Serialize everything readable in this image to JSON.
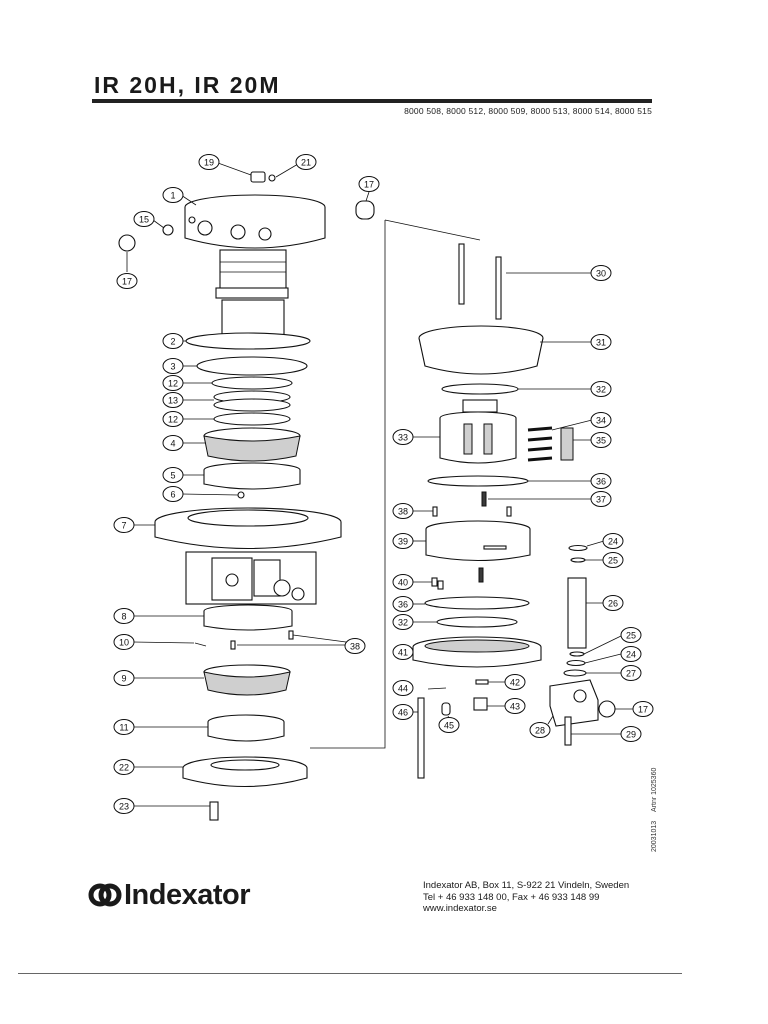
{
  "header": {
    "title": "IR 20H, IR 20M",
    "part_numbers": "8000 508, 8000 512, 8000 509, 8000 513, 8000 514, 8000 515"
  },
  "callouts": {
    "c19": "19",
    "c21": "21",
    "c17a": "17",
    "c1": "1",
    "c15": "15",
    "c17b": "17",
    "c2": "2",
    "c3": "3",
    "c12a": "12",
    "c13": "13",
    "c12b": "12",
    "c4": "4",
    "c5": "5",
    "c6": "6",
    "c7": "7",
    "c8": "8",
    "c10": "10",
    "c38a": "38",
    "c9": "9",
    "c11": "11",
    "c22": "22",
    "c23": "23",
    "c30": "30",
    "c31": "31",
    "c32a": "32",
    "c33": "33",
    "c34": "34",
    "c35": "35",
    "c36a": "36",
    "c37": "37",
    "c38b": "38",
    "c39": "39",
    "c24a": "24",
    "c25a": "25",
    "c40": "40",
    "c36b": "36",
    "c26": "26",
    "c32b": "32",
    "c25b": "25",
    "c24b": "24",
    "c41": "41",
    "c27": "27",
    "c44": "44",
    "c42": "42",
    "c46": "46",
    "c45": "45",
    "c43": "43",
    "c28": "28",
    "c17c": "17",
    "c29": "29"
  },
  "side_codes": {
    "date_code": "20031013",
    "article_code": "Artnr 1025360"
  },
  "footer": {
    "brand": "Indexator",
    "address_line1": "Indexator AB, Box 11, S-922 21 Vindeln, Sweden",
    "address_line2": "Tel + 46 933 148 00, Fax + 46 933 148 99",
    "address_line3": "www.indexator.se"
  }
}
